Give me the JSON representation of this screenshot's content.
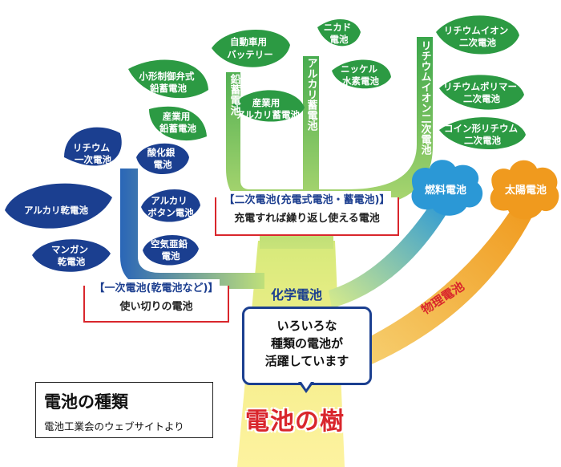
{
  "caption": {
    "title": "電池の種類",
    "subtitle": "電池工業会のウェブサイトより"
  },
  "tree": {
    "title": "電池の樹",
    "speech_lines": [
      "いろいろな",
      "種類の電池が",
      "活躍しています"
    ],
    "chemical_label": "化学電池",
    "physical_label": "物理電池"
  },
  "secondary": {
    "heading": "【二次電池(充電式電池・蓄電池)】",
    "subtitle": "充電すれば繰り返し使える電池",
    "branches": {
      "lead": "鉛蓄電池",
      "alkaline": "アルカリ蓄電池",
      "lithium_ion": "リチウムイオン二次電池"
    },
    "leaves": {
      "small_valve_lead": [
        "小形制御弁式",
        "鉛蓄電池"
      ],
      "industrial_lead": [
        "産業用",
        "鉛蓄電池"
      ],
      "auto_battery": [
        "自動車用",
        "バッテリー"
      ],
      "industrial_alkaline": [
        "産業用",
        "アルカリ蓄電池"
      ],
      "nicd": [
        "ニカド",
        "電池"
      ],
      "nimh": [
        "ニッケル",
        "水素電池"
      ],
      "li_ion": [
        "リチウムイオン",
        "二次電池"
      ],
      "li_polymer": [
        "リチウムポリマー",
        "二次電池"
      ],
      "coin_lithium": [
        "コイン形リチウム",
        "二次電池"
      ]
    }
  },
  "primary": {
    "heading": "【一次電池(乾電池など)】",
    "subtitle": "使い切りの電池",
    "leaves": {
      "lithium_primary": [
        "リチウム",
        "一次電池"
      ],
      "alkaline_dry": [
        "アルカリ乾電池"
      ],
      "manganese": [
        "マンガン",
        "乾電池"
      ],
      "silver_oxide": [
        "酸化銀",
        "電池"
      ],
      "alkaline_button": [
        "アルカリ",
        "ボタン電池"
      ],
      "zinc_air": [
        "空気亜鉛",
        "電池"
      ]
    }
  },
  "other": {
    "fuel_cell": "燃料電池",
    "solar_cell": "太陽電池"
  },
  "colors": {
    "green_leaf": "#2c9a43",
    "navy_leaf": "#1b3f90",
    "blue_cloud": "#2b98d6",
    "orange_cloud": "#f09a1e",
    "red_accent": "#d9262c"
  }
}
